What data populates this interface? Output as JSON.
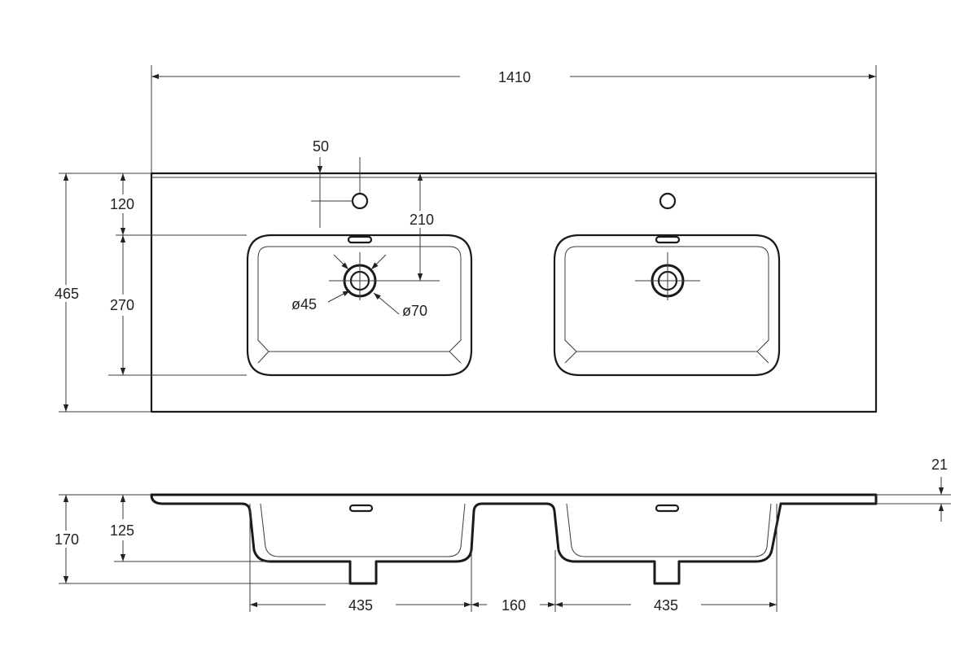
{
  "top_view": {
    "overall_width": "1410",
    "overall_depth": "465",
    "tap_hole_offset": "50",
    "tap_hole_from_back": "120",
    "drain_from_back": "210",
    "bowl_depth": "270",
    "drain_diameter_inner": "ø45",
    "drain_diameter_outer": "ø70"
  },
  "side_view": {
    "slab_thickness": "21",
    "bowl_height": "125",
    "total_height": "170",
    "bowl_width_left": "435",
    "gap_between_bowls": "160",
    "bowl_width_right": "435"
  },
  "colors": {
    "line": "#1a1a1a",
    "dimension_line": "#3a3a3a",
    "background": "#ffffff"
  }
}
